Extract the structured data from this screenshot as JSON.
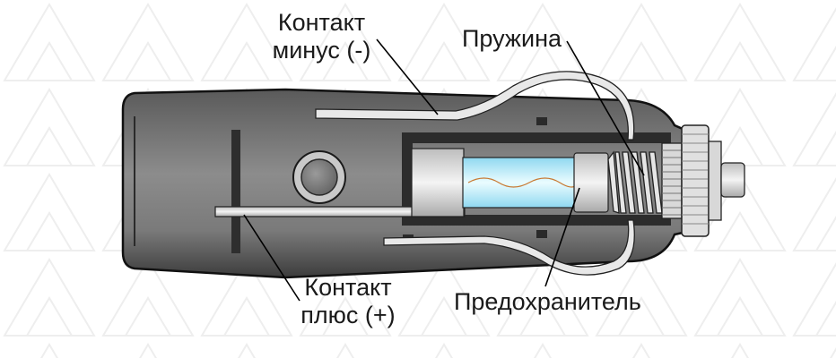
{
  "labels": {
    "contact_minus": [
      "Контакт",
      "минус (-)"
    ],
    "spring": "Пружина",
    "contact_plus": [
      "Контакт",
      "плюс (+)"
    ],
    "fuse": "Предохранитель"
  },
  "colors": {
    "background": "#ffffff",
    "watermark": "#eeeeee",
    "housing_light": "#8a8a8a",
    "housing_dark": "#3a3a3a",
    "outline": "#111111",
    "metal": "#e6e6e6",
    "fuse_glass": "#bfe9f7",
    "fuse_core": "#e9fbff",
    "fuse_wire": "#c87830",
    "leader": "#000000"
  },
  "icons": {
    "screw": "circle-bolt-icon",
    "spring": "coil-spring-icon",
    "fuse": "glass-fuse-icon",
    "tip": "plug-tip-icon"
  }
}
